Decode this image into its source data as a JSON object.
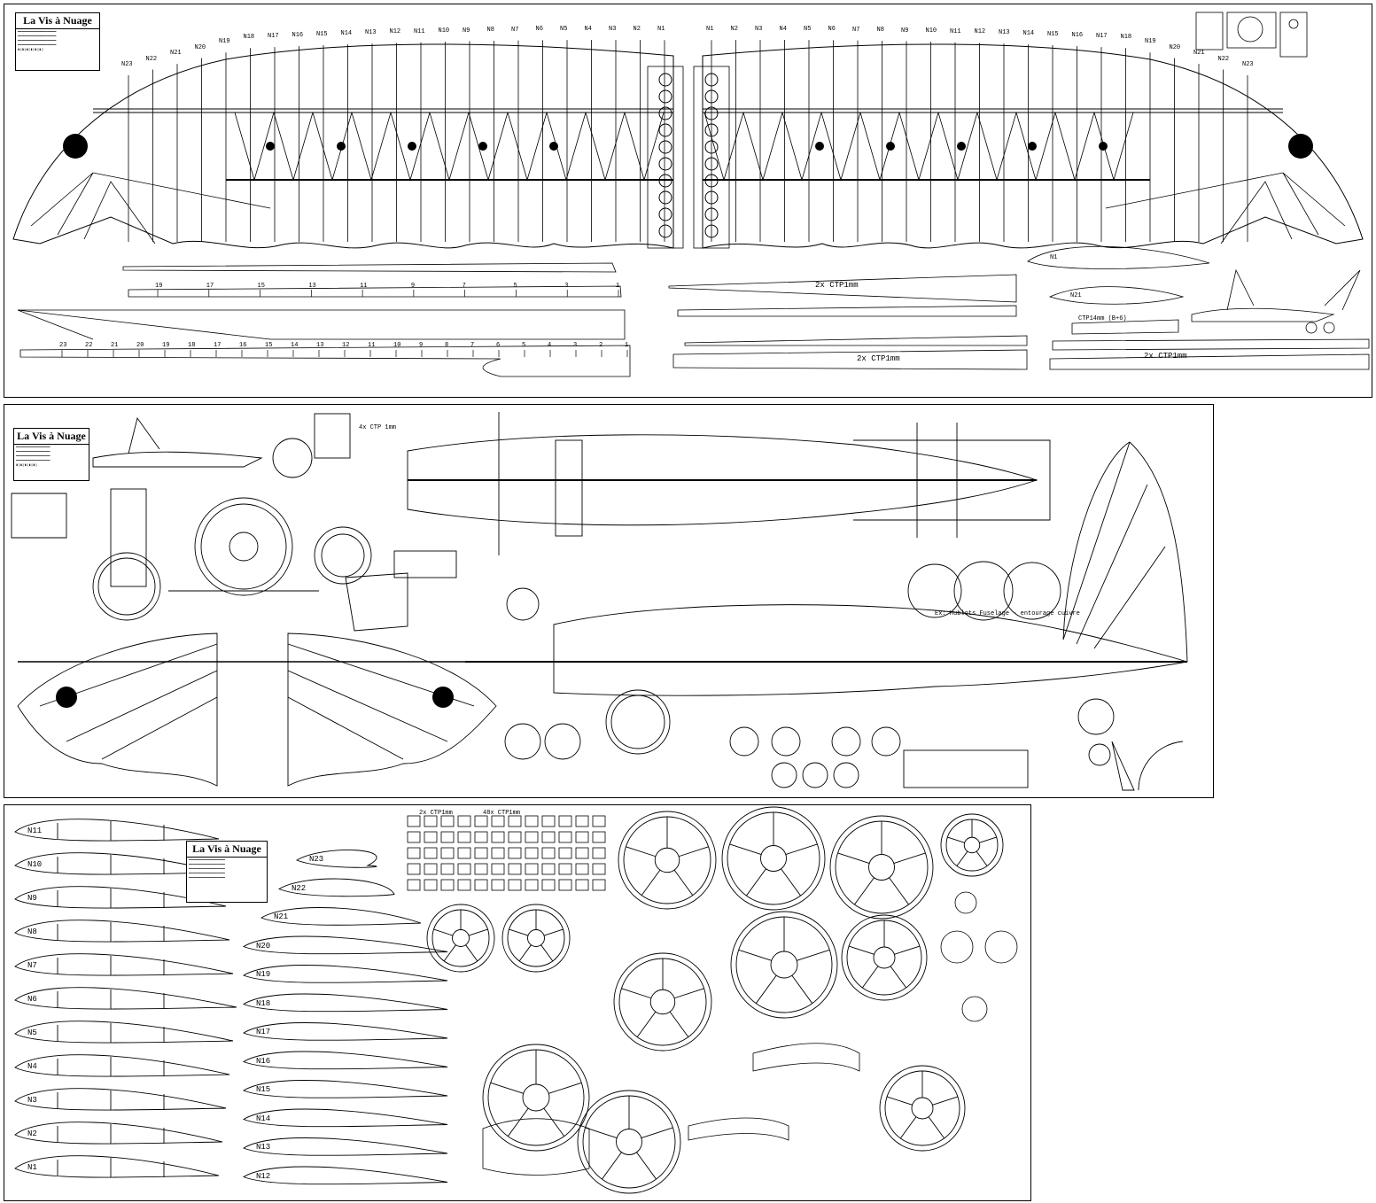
{
  "plans": {
    "title": "La Vis à Nuage",
    "sheet1": {
      "rib_top_labels_left": [
        "N23",
        "N22",
        "N21",
        "N20",
        "N19",
        "N18",
        "N17",
        "N16",
        "N15",
        "N14",
        "N13",
        "N12",
        "N11",
        "N10",
        "N9",
        "N8",
        "N7",
        "N6",
        "N5",
        "N4",
        "N3",
        "N2",
        "N1"
      ],
      "rib_top_labels_right": [
        "N1",
        "N2",
        "N3",
        "N4",
        "N5",
        "N6",
        "N7",
        "N8",
        "N9",
        "N10",
        "N11",
        "N12",
        "N13",
        "N14",
        "N15",
        "N16",
        "N17",
        "N18",
        "N19",
        "N20",
        "N21",
        "N22",
        "N23"
      ],
      "spar_numbers_a": [
        "19",
        "17",
        "15",
        "13",
        "11",
        "9",
        "7",
        "5",
        "3",
        "1"
      ],
      "spar_numbers_b": [
        "23",
        "22",
        "21",
        "20",
        "19",
        "18",
        "17",
        "16",
        "15",
        "14",
        "13",
        "12",
        "11",
        "10",
        "9",
        "8",
        "7",
        "6",
        "5",
        "4",
        "3",
        "2",
        "1"
      ],
      "label_2x_ctp_a": "2x CTP1mm",
      "label_2x_ctp_b": "2x CTP1mm",
      "label_2x_ctp_c": "2x CTP1mm",
      "label_ctp14": "CTP14mm (B+6)",
      "label_n21": "N21",
      "label_n1": "N1"
    },
    "sheet2": {
      "labels": [
        "4x CTP 1mm",
        "Ex: Hublots Fuselage - entourage cuivre"
      ]
    },
    "sheet3": {
      "left_ribs": [
        "N11",
        "N10",
        "N9",
        "N8",
        "N7",
        "N6",
        "N5",
        "N4",
        "N3",
        "N2",
        "N1"
      ],
      "right_ribs": [
        "N23",
        "N22",
        "N21",
        "N20",
        "N19",
        "N18",
        "N17",
        "N16",
        "N15",
        "N14",
        "N13",
        "N12"
      ],
      "parts_header_a": "2x CTP1mm",
      "parts_header_b": "48x CTP1mm"
    }
  },
  "colors": {
    "ink": "#000000",
    "paper": "#ffffff"
  },
  "icons": [
    "ornament-icon",
    "wheel-icon",
    "propeller-icon",
    "dragon-icon"
  ]
}
